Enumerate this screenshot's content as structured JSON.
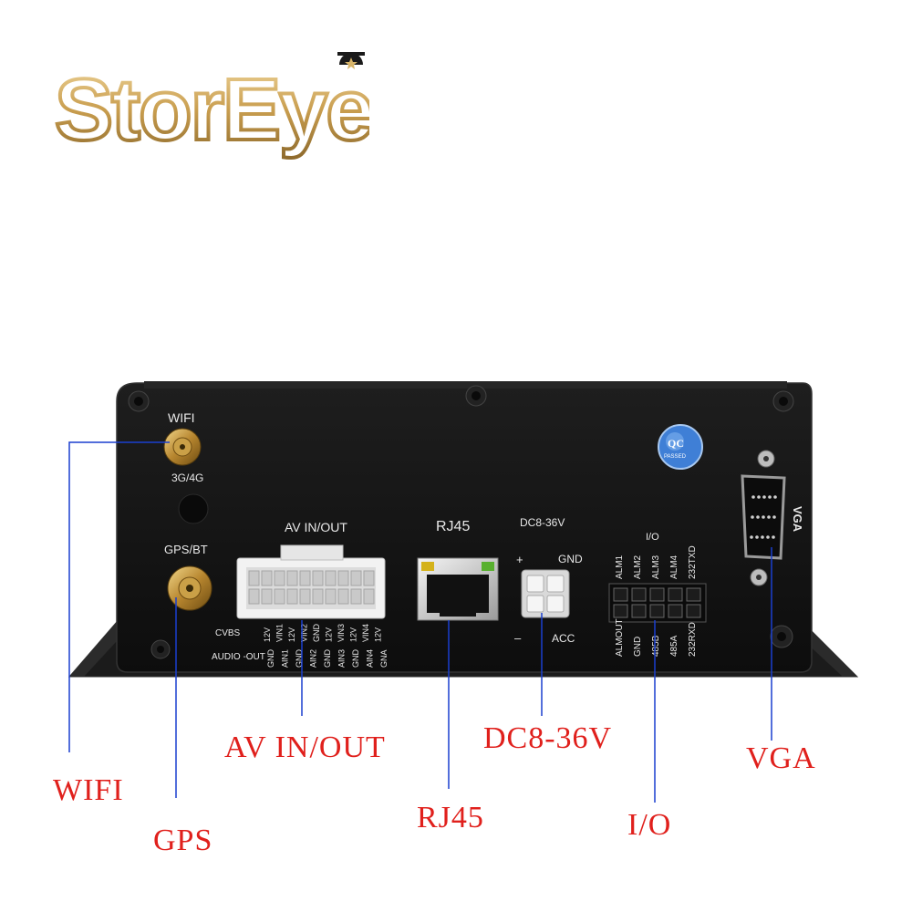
{
  "brand": {
    "logo_text": "StorEyes"
  },
  "panel": {
    "labels": {
      "wifi": "WIFI",
      "g34": "3G/4G",
      "gpsbt": "GPS/BT",
      "av": "AV IN/OUT",
      "rj45": "RJ45",
      "dc": "DC8-36V",
      "plus": "+",
      "gnd": "GND",
      "minus": "–",
      "acc": "ACC",
      "io": "I/O",
      "vga": "VGA",
      "qc": "QC",
      "passed": "PASSED",
      "cvbs": "CVBS",
      "audio_out": "AUDIO -OUT"
    },
    "av_pins_top": [
      "12V",
      "VIN1",
      "12V",
      "VIN2",
      "GND",
      "12V",
      "VIN3",
      "12V",
      "VIN4",
      "12V"
    ],
    "av_pins_bottom": [
      "GND",
      "AIN1",
      "GND",
      "AIN2",
      "GND",
      "AIN3",
      "GND",
      "AIN4",
      "GNA"
    ],
    "io_pins_top": [
      "ALM1",
      "ALM2",
      "ALM3",
      "ALM4",
      "232TXD"
    ],
    "io_pins_bottom": [
      "ALMOUT",
      "GND",
      "485B",
      "485A",
      "232RXD"
    ]
  },
  "callouts": {
    "wifi": "WIFI",
    "gps": "GPS",
    "av": "AV IN/OUT",
    "rj45": "RJ45",
    "dc": "DC8-36V",
    "io": "I/O",
    "vga": "VGA"
  },
  "colors": {
    "callout_text": "#e0201c",
    "leader_line": "#1a3fcf",
    "panel": "#141414",
    "panel_edge": "#2a2a2a",
    "label_text": "#e8e8e8",
    "logo_gold": "#d8b56a",
    "gold_metal": "#c9a04a",
    "qc_sticker": "#3f7fd6"
  }
}
